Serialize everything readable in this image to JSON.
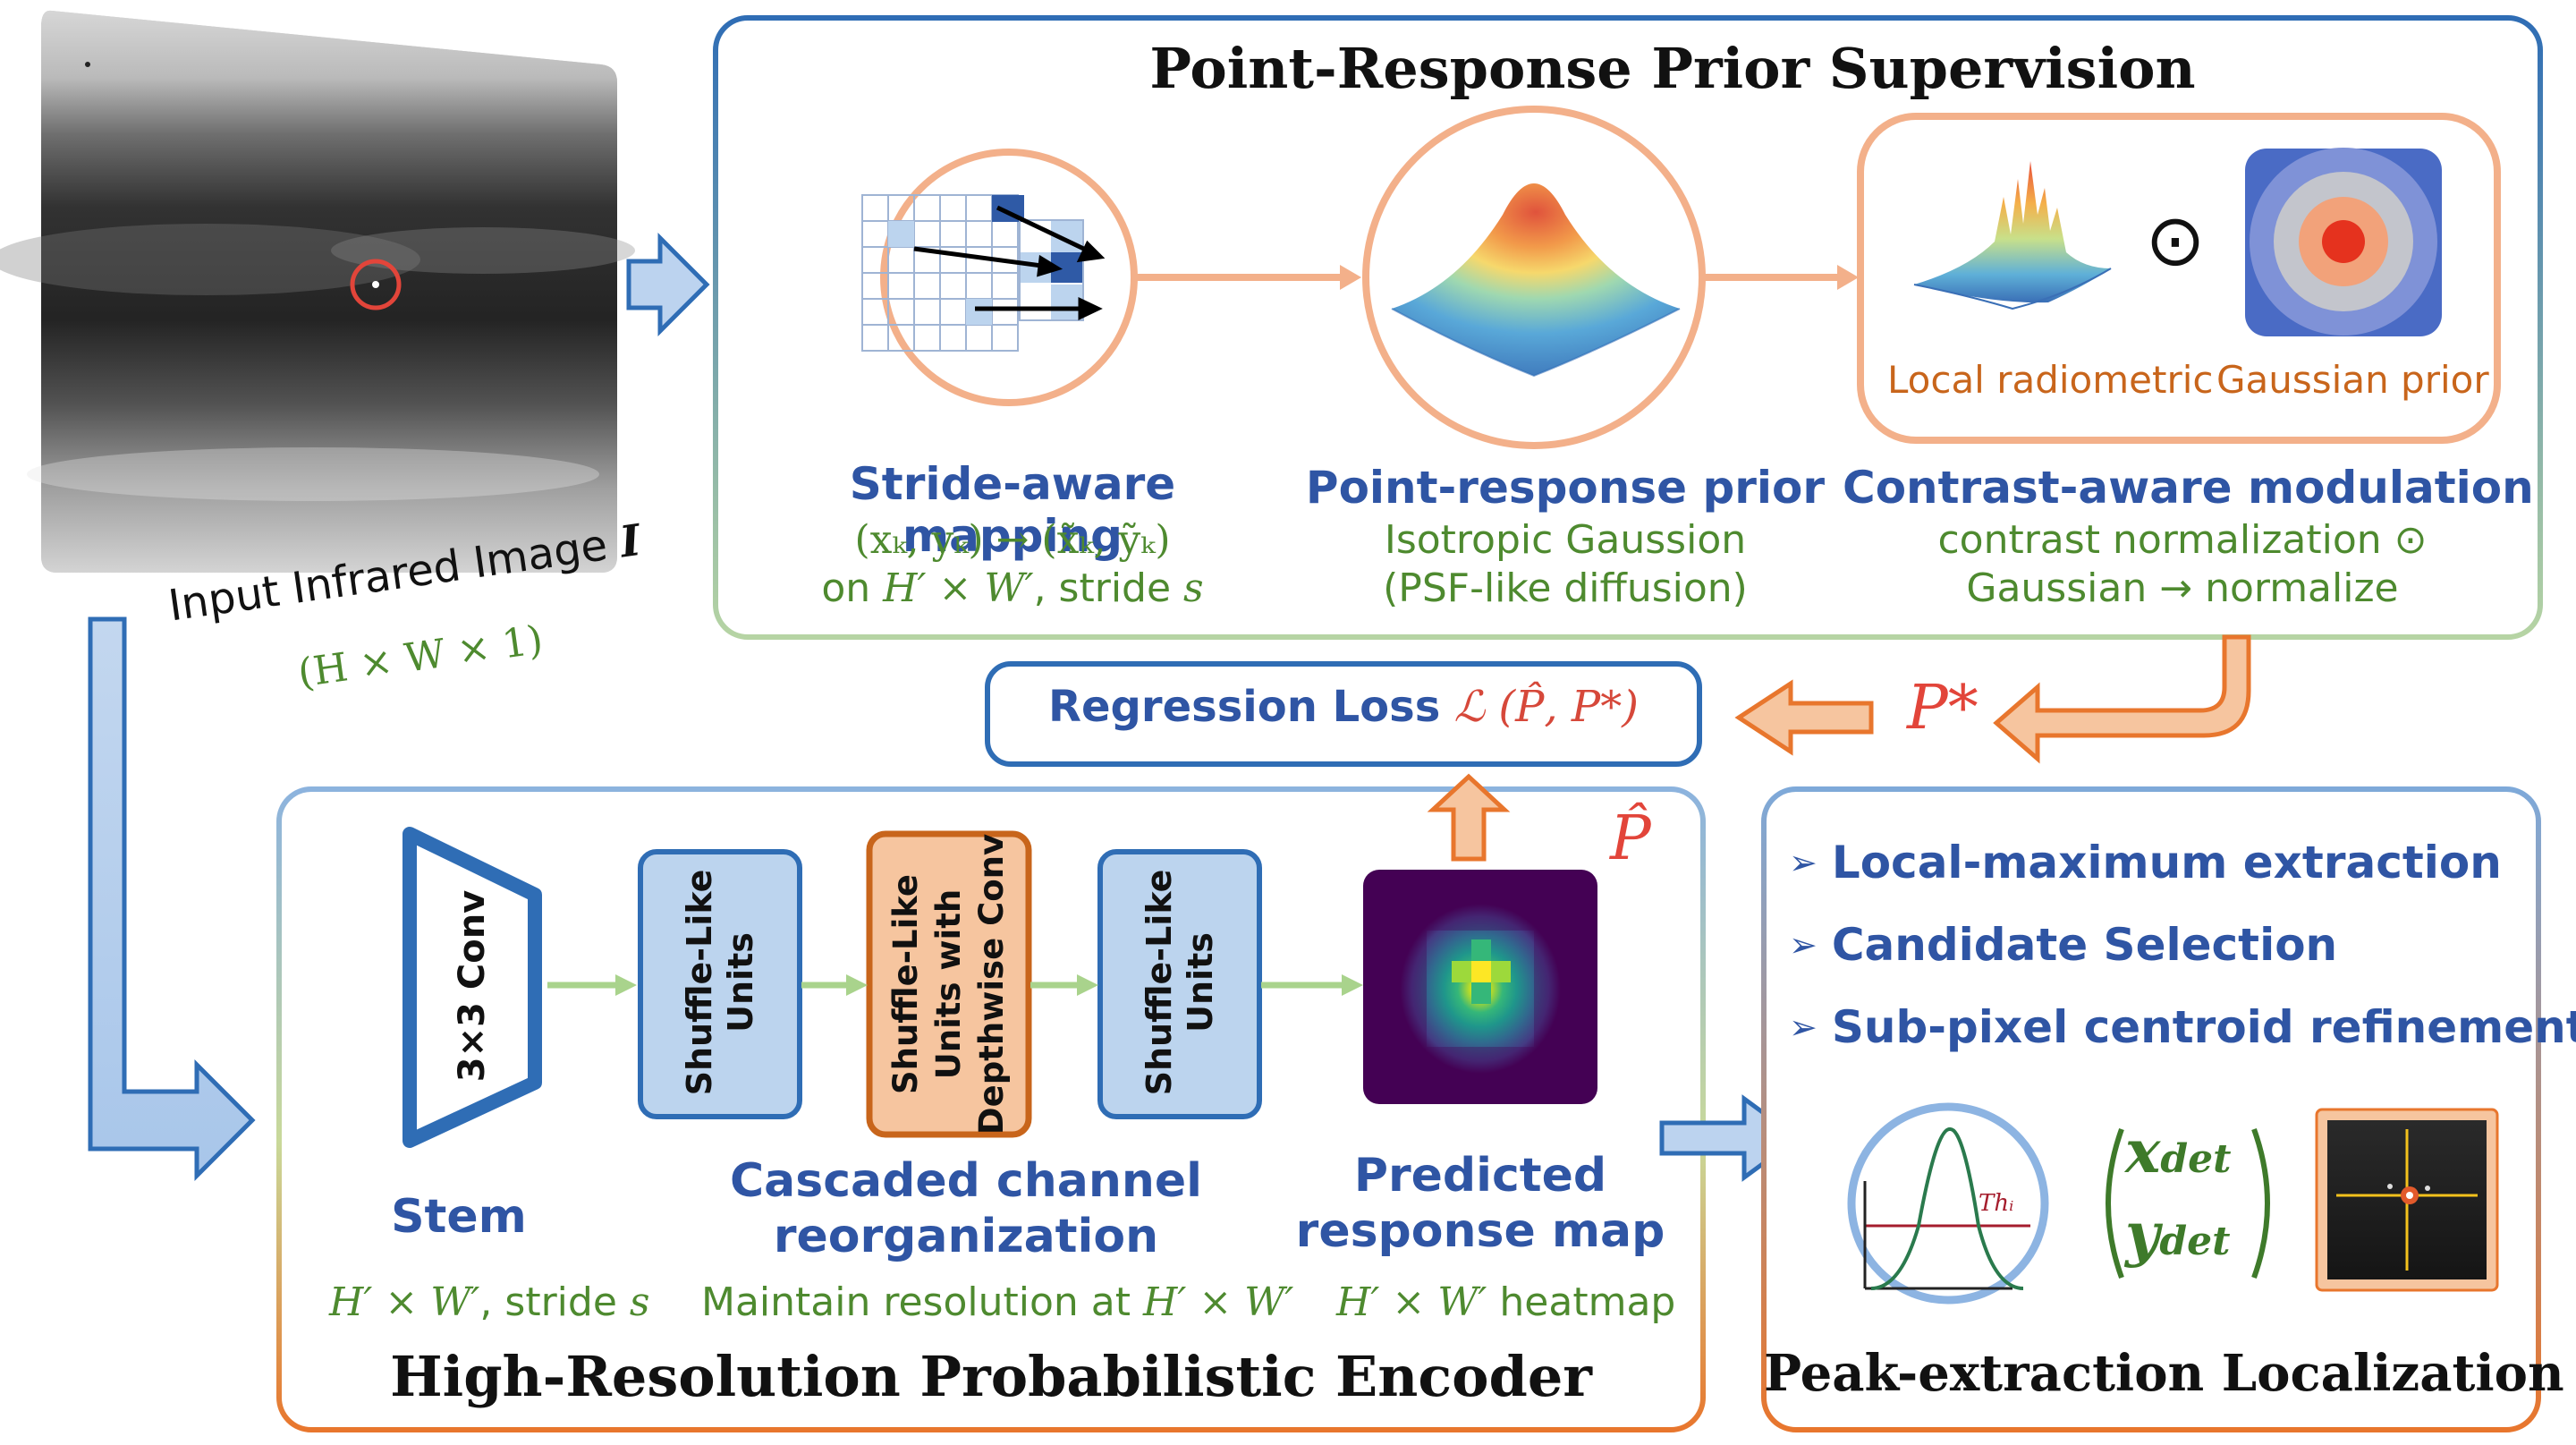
{
  "input": {
    "caption": "Input Infrared Image",
    "symbol": "I",
    "dims": "(H × W × 1)"
  },
  "prior": {
    "title": "Point-Response Prior Supervision",
    "stride": {
      "title": "Stride-aware mapping",
      "line1": "(xₖ, yₖ) → (x̃ₖ, ỹₖ)",
      "line2_prefix": "on ",
      "line2_math": "H′ × W′",
      "line2_mid": ", stride ",
      "line2_var": "s"
    },
    "point": {
      "title": "Point-response prior",
      "line1": "Isotropic Gaussion",
      "line2": "(PSF-like diffusion)"
    },
    "contrast": {
      "title": "Contrast-aware modulation",
      "line1": "contrast normalization ⊙",
      "line2": "Gaussian → normalize",
      "label_left": "Local radiometric",
      "label_right": "Gaussian prior",
      "operator": "⊙"
    }
  },
  "loss": {
    "label": "Regression Loss",
    "formula": "ℒ (P̂, P*)",
    "target_symbol": "P*"
  },
  "encoder": {
    "title": "High-Resolution Probabilistic Encoder",
    "symbol": "P̂",
    "stem_block": "3×3 Conv",
    "unit1": "Shuffle-Like Units",
    "unit2": "Shuffle-Like Units with Depthwise Conv",
    "unit3": "Shuffle-Like Units",
    "stem_label": "Stem",
    "cascade_label_1": "Cascaded channel",
    "cascade_label_2": "reorganization",
    "pred_label_1": "Predicted",
    "pred_label_2": "response map",
    "stem_sub_math": "H′ × W′",
    "stem_sub_text": ", stride ",
    "stem_sub_var": "s",
    "cascade_sub_text": "Maintain resolution at ",
    "cascade_sub_math": "H′ × W′",
    "pred_sub_math": "H′ × W′",
    "pred_sub_text": " heatmap"
  },
  "peak": {
    "title": "Peak-extraction Localization",
    "items": [
      "Local-maximum extraction",
      "Candidate Selection",
      "Sub-pixel centroid refinement"
    ],
    "threshold_label": "Thᵢ",
    "x_det": "x",
    "y_det": "y",
    "det_sub": "det"
  },
  "colors": {
    "blue_frame": "#2f6db5",
    "orange_frame": "#e8762d",
    "peach": "#f4b58c",
    "arrow_blue": "#bcd3ef",
    "arrow_green": "#a9d38c",
    "unit_fill": "#bcd4ee",
    "unit_orange_fill": "#f6c59f"
  }
}
